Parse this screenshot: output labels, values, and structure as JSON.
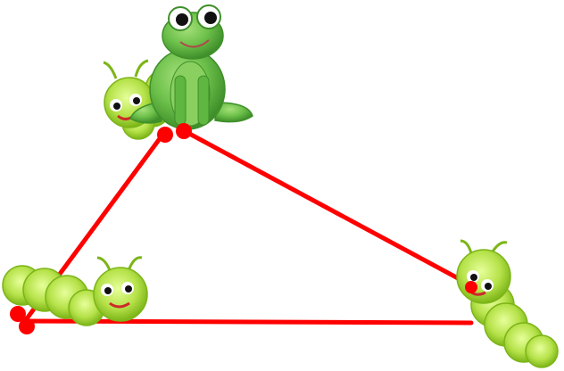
{
  "scene": {
    "line_color": "#ff0000",
    "caterpillar_body": "#b6e24a",
    "caterpillar_dark": "#7cb518",
    "frog_body": "#6cc04a",
    "frog_dark": "#3f8f2a",
    "characters": [
      {
        "kind": "frog",
        "icon": "frog-icon"
      },
      {
        "kind": "caterpillar",
        "icon": "caterpillar-icon"
      },
      {
        "kind": "caterpillar",
        "icon": "caterpillar-icon"
      },
      {
        "kind": "caterpillar",
        "icon": "caterpillar-icon"
      }
    ]
  }
}
